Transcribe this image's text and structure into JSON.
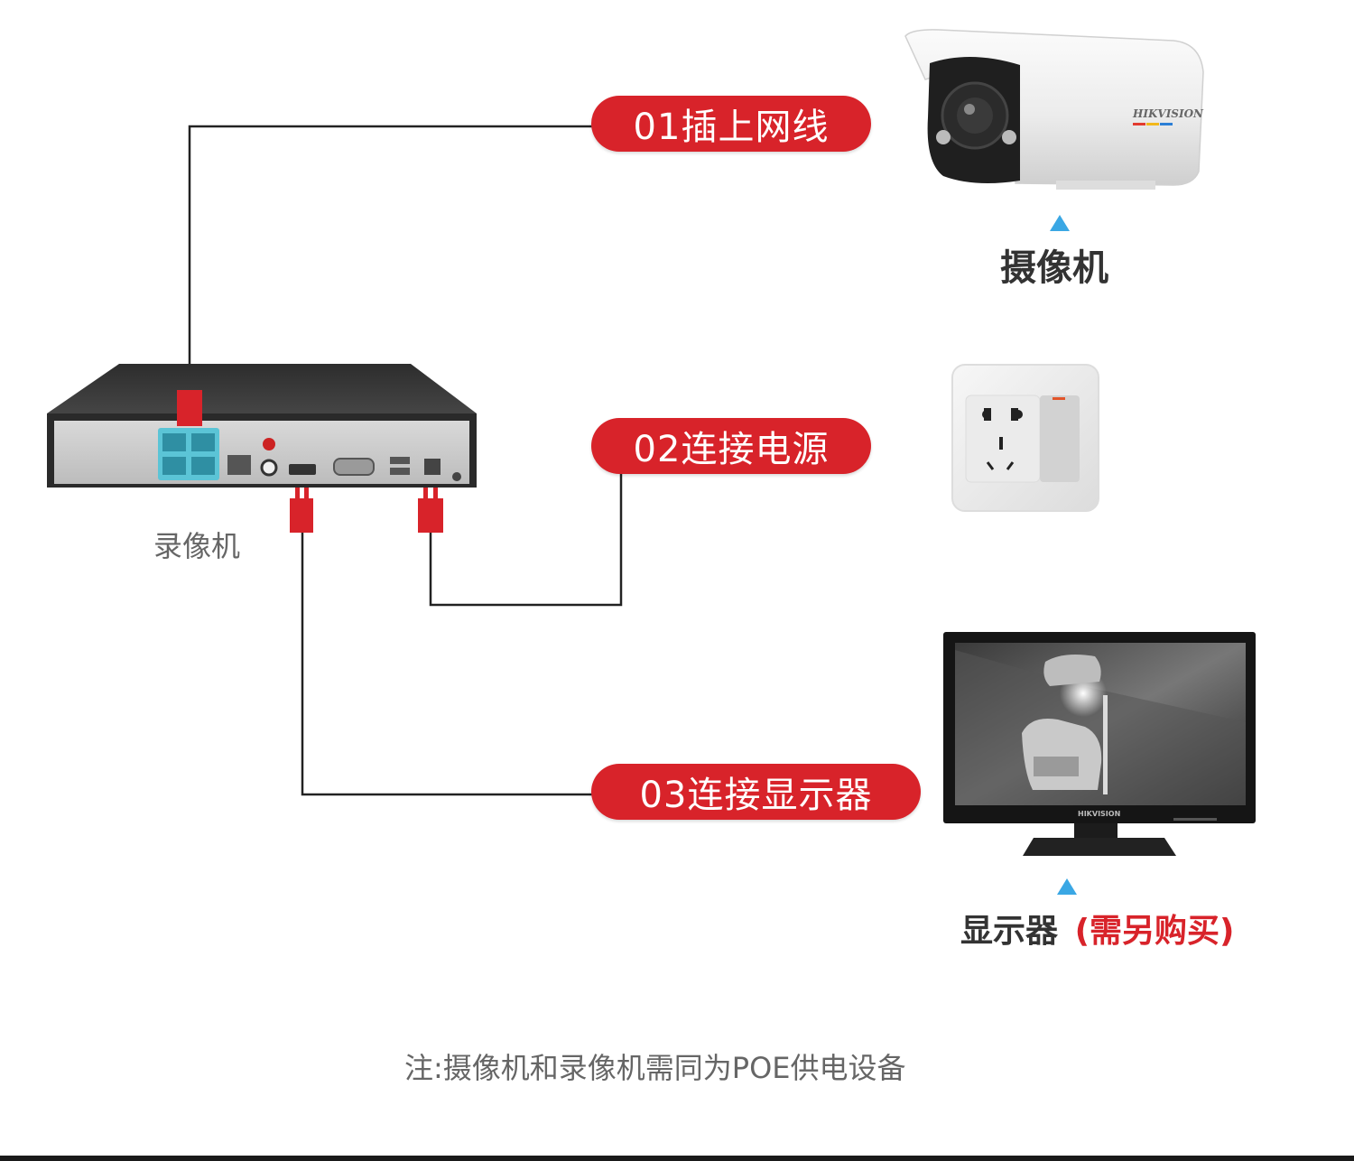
{
  "steps": [
    {
      "label": "01插上网线"
    },
    {
      "label": "02连接电源"
    },
    {
      "label": "03连接显示器"
    }
  ],
  "devices": {
    "nvr_label": "录像机",
    "camera_label": "摄像机",
    "camera_brand": "HIKVISION",
    "monitor_label": "显示器",
    "monitor_note": "(需另购买)",
    "monitor_brand": "HIKVISION"
  },
  "footer_note": "注:摄像机和录像机需同为POE供电设备",
  "colors": {
    "accent_red": "#d8232a",
    "arrow_blue": "#3aa7e4",
    "poe_port_blue": "#5bc4d6",
    "line": "#222222"
  }
}
